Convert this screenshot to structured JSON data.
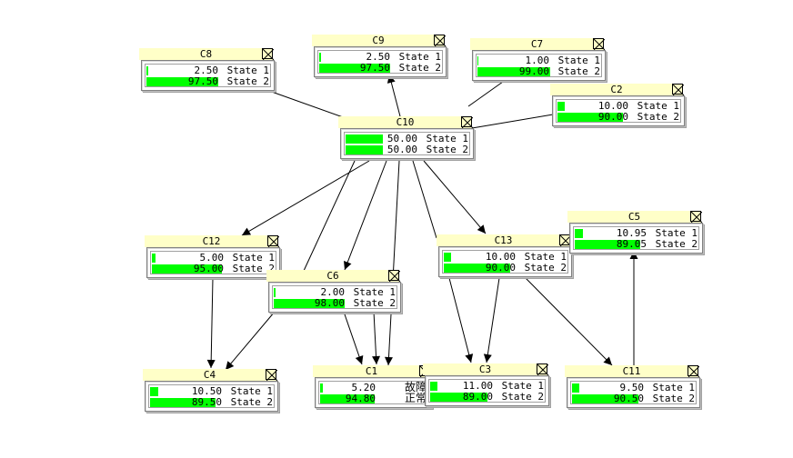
{
  "diagram": {
    "type": "bayesian-network",
    "nodes": [
      {
        "id": "C8",
        "title": "C8",
        "states": [
          {
            "value": "2.50",
            "percent": 2.5,
            "label": "State 1"
          },
          {
            "value": "97.50",
            "percent": 97.5,
            "label": "State 2"
          }
        ]
      },
      {
        "id": "C9",
        "title": "C9",
        "states": [
          {
            "value": "2.50",
            "percent": 2.5,
            "label": "State 1"
          },
          {
            "value": "97.50",
            "percent": 97.5,
            "label": "State 2"
          }
        ]
      },
      {
        "id": "C7",
        "title": "C7",
        "states": [
          {
            "value": "1.00",
            "percent": 1.0,
            "label": "State 1"
          },
          {
            "value": "99.00",
            "percent": 99.0,
            "label": "State 2"
          }
        ]
      },
      {
        "id": "C2",
        "title": "C2",
        "states": [
          {
            "value": "10.00",
            "percent": 10.0,
            "label": "State 1"
          },
          {
            "value": "90.00",
            "percent": 90.0,
            "label": "State 2"
          }
        ]
      },
      {
        "id": "C10",
        "title": "C10",
        "states": [
          {
            "value": "50.00",
            "percent": 50.0,
            "label": "State 1"
          },
          {
            "value": "50.00",
            "percent": 50.0,
            "label": "State 2"
          }
        ]
      },
      {
        "id": "C12",
        "title": "C12",
        "states": [
          {
            "value": "5.00",
            "percent": 5.0,
            "label": "State 1"
          },
          {
            "value": "95.00",
            "percent": 95.0,
            "label": "State 2"
          }
        ]
      },
      {
        "id": "C6",
        "title": "C6",
        "states": [
          {
            "value": "2.00",
            "percent": 2.0,
            "label": "State 1"
          },
          {
            "value": "98.00",
            "percent": 98.0,
            "label": "State 2"
          }
        ]
      },
      {
        "id": "C13",
        "title": "C13",
        "states": [
          {
            "value": "10.00",
            "percent": 10.0,
            "label": "State 1"
          },
          {
            "value": "90.00",
            "percent": 90.0,
            "label": "State 2"
          }
        ]
      },
      {
        "id": "C5",
        "title": "C5",
        "states": [
          {
            "value": "10.95",
            "percent": 10.95,
            "label": "State 1"
          },
          {
            "value": "89.05",
            "percent": 89.05,
            "label": "State 2"
          }
        ]
      },
      {
        "id": "C4",
        "title": "C4",
        "states": [
          {
            "value": "10.50",
            "percent": 10.5,
            "label": "State 1"
          },
          {
            "value": "89.50",
            "percent": 89.5,
            "label": "State 2"
          }
        ]
      },
      {
        "id": "C1",
        "title": "C1",
        "states": [
          {
            "value": "5.20",
            "percent": 5.2,
            "label": "故障"
          },
          {
            "value": "94.80",
            "percent": 94.8,
            "label": "正常"
          }
        ]
      },
      {
        "id": "C3",
        "title": "C3",
        "states": [
          {
            "value": "11.00",
            "percent": 11.0,
            "label": "State 1"
          },
          {
            "value": "89.00",
            "percent": 89.0,
            "label": "State 2"
          }
        ]
      },
      {
        "id": "C11",
        "title": "C11",
        "states": [
          {
            "value": "9.50",
            "percent": 9.5,
            "label": "State 1"
          },
          {
            "value": "90.50",
            "percent": 90.5,
            "label": "State 2"
          }
        ]
      }
    ],
    "edges": [
      {
        "from": "C8",
        "to": "C10",
        "arrow": false
      },
      {
        "from": "C10",
        "to": "C9",
        "arrow": true
      },
      {
        "from": "C7",
        "to": "C10",
        "arrow": false
      },
      {
        "from": "C2",
        "to": "C10",
        "arrow": false
      },
      {
        "from": "C10",
        "to": "C12",
        "arrow": true
      },
      {
        "from": "C10",
        "to": "C4",
        "arrow": false
      },
      {
        "from": "C10",
        "to": "C6",
        "arrow": true
      },
      {
        "from": "C10",
        "to": "C1",
        "arrow": true
      },
      {
        "from": "C10",
        "to": "C3",
        "arrow": false
      },
      {
        "from": "C10",
        "to": "C13",
        "arrow": true
      },
      {
        "from": "C12",
        "to": "C4",
        "arrow": true
      },
      {
        "from": "C6",
        "to": "C4",
        "arrow": true
      },
      {
        "from": "C6",
        "to": "C1",
        "arrow": true
      },
      {
        "from": "C13",
        "to": "C3",
        "arrow": true
      },
      {
        "from": "C13",
        "to": "C3",
        "arrow": true
      },
      {
        "from": "C13",
        "to": "C11",
        "arrow": true
      },
      {
        "from": "C11",
        "to": "C5",
        "arrow": true
      }
    ],
    "colors": {
      "bar": "#00ff00",
      "title_bg": "#ffffc8",
      "edge": "#000000"
    }
  }
}
